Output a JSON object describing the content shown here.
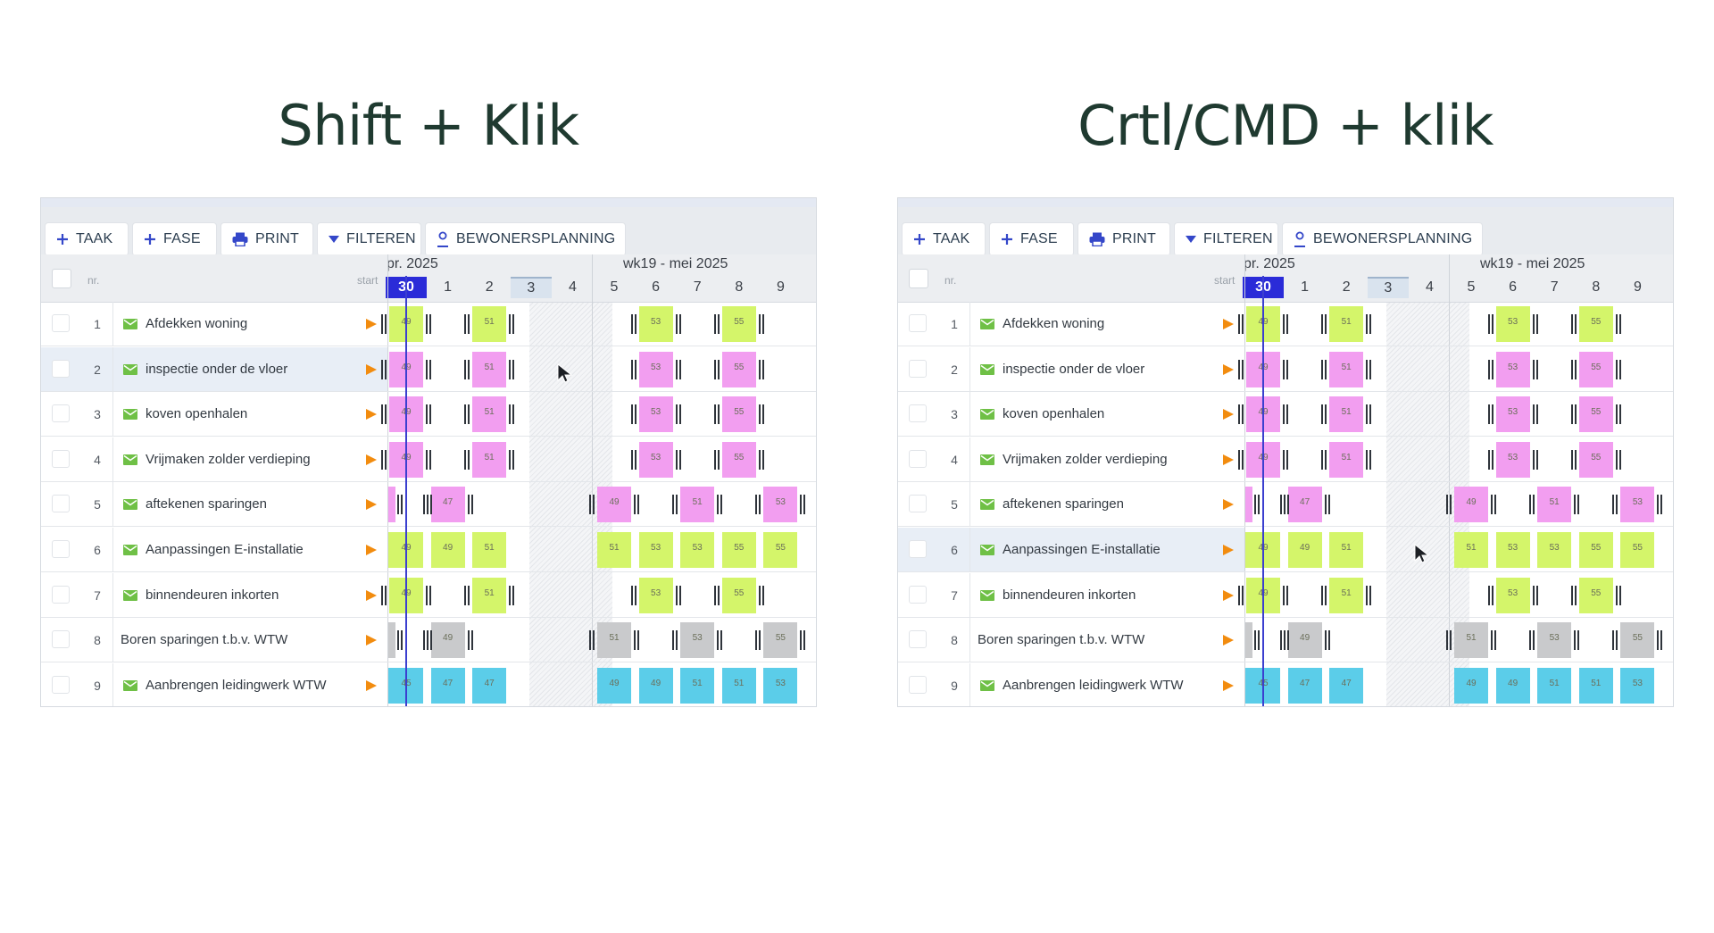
{
  "headings": {
    "left": "Shift + Klik",
    "right": "Crtl/CMD + klik"
  },
  "colors": {
    "green": "#d4f56a",
    "pink": "#f29ef0",
    "gray": "#c9cacc",
    "blue": "#5bcde9",
    "today": "#2a2bd8",
    "play": "#f28c0f",
    "mail": "#6fc046"
  },
  "toolbar": [
    {
      "key": "taak",
      "icon": "plus-icon",
      "label": "TAAK"
    },
    {
      "key": "fase",
      "icon": "plus-icon",
      "label": "FASE"
    },
    {
      "key": "print",
      "icon": "printer-icon",
      "label": "PRINT"
    },
    {
      "key": "filteren",
      "icon": "caret-down-icon",
      "label": "FILTEREN"
    },
    {
      "key": "bewoners",
      "icon": "person-icon",
      "label": "BEWONERSPLANNING"
    }
  ],
  "header": {
    "nr": "nr.",
    "start": "start",
    "month1": "pr. 2025",
    "month2": "wk19 - mei 2025",
    "days": [
      "30",
      "1",
      "2",
      "3",
      "4",
      "5",
      "6",
      "7",
      "8",
      "9"
    ],
    "today_index": 0,
    "weekend_index": 3
  },
  "tasks": [
    {
      "nr": "1",
      "name": "Afdekken woning",
      "icon": true
    },
    {
      "nr": "2",
      "name": "inspectie onder de vloer",
      "icon": true
    },
    {
      "nr": "3",
      "name": "koven openhalen",
      "icon": true
    },
    {
      "nr": "4",
      "name": "Vrijmaken zolder verdieping",
      "icon": true
    },
    {
      "nr": "5",
      "name": "aftekenen sparingen",
      "icon": true
    },
    {
      "nr": "6",
      "name": "Aanpassingen E-installatie",
      "icon": true
    },
    {
      "nr": "7",
      "name": "binnendeuren inkorten",
      "icon": true
    },
    {
      "nr": "8",
      "name": "Boren sparingen t.b.v. WTW",
      "icon": false
    },
    {
      "nr": "9",
      "name": "Aanbrengen leidingwerk WTW",
      "icon": true
    }
  ],
  "bars": [
    {
      "row": 0,
      "day": 0,
      "color": "green",
      "label": "49"
    },
    {
      "row": 0,
      "day": 2,
      "color": "green",
      "label": "51"
    },
    {
      "row": 0,
      "day": 6,
      "color": "green",
      "label": "53"
    },
    {
      "row": 0,
      "day": 8,
      "color": "green",
      "label": "55"
    },
    {
      "row": 1,
      "day": 0,
      "color": "pink",
      "label": "49"
    },
    {
      "row": 1,
      "day": 2,
      "color": "pink",
      "label": "51"
    },
    {
      "row": 1,
      "day": 6,
      "color": "pink",
      "label": "53"
    },
    {
      "row": 1,
      "day": 8,
      "color": "pink",
      "label": "55"
    },
    {
      "row": 2,
      "day": 0,
      "color": "pink",
      "label": "49"
    },
    {
      "row": 2,
      "day": 2,
      "color": "pink",
      "label": "51"
    },
    {
      "row": 2,
      "day": 6,
      "color": "pink",
      "label": "53"
    },
    {
      "row": 2,
      "day": 8,
      "color": "pink",
      "label": "55"
    },
    {
      "row": 3,
      "day": 0,
      "color": "pink",
      "label": "49"
    },
    {
      "row": 3,
      "day": 2,
      "color": "pink",
      "label": "51"
    },
    {
      "row": 3,
      "day": 6,
      "color": "pink",
      "label": "53"
    },
    {
      "row": 3,
      "day": 8,
      "color": "pink",
      "label": "55"
    },
    {
      "row": 4,
      "day": -1,
      "color": "pink",
      "label": ""
    },
    {
      "row": 4,
      "day": 1,
      "color": "pink",
      "label": "47"
    },
    {
      "row": 4,
      "day": 5,
      "color": "pink",
      "label": "49"
    },
    {
      "row": 4,
      "day": 7,
      "color": "pink",
      "label": "51"
    },
    {
      "row": 4,
      "day": 9,
      "color": "pink",
      "label": "53"
    },
    {
      "row": 5,
      "day": -1,
      "color": "green",
      "label": ""
    },
    {
      "row": 5,
      "day": 0,
      "color": "green",
      "label": "49"
    },
    {
      "row": 5,
      "day": 1,
      "color": "green",
      "label": "49"
    },
    {
      "row": 5,
      "day": 2,
      "color": "green",
      "label": "51"
    },
    {
      "row": 5,
      "day": 5,
      "color": "green",
      "label": "51"
    },
    {
      "row": 5,
      "day": 6,
      "color": "green",
      "label": "53"
    },
    {
      "row": 5,
      "day": 7,
      "color": "green",
      "label": "53"
    },
    {
      "row": 5,
      "day": 8,
      "color": "green",
      "label": "55"
    },
    {
      "row": 5,
      "day": 9,
      "color": "green",
      "label": "55"
    },
    {
      "row": 6,
      "day": 0,
      "color": "green",
      "label": "49"
    },
    {
      "row": 6,
      "day": 2,
      "color": "green",
      "label": "51"
    },
    {
      "row": 6,
      "day": 6,
      "color": "green",
      "label": "53"
    },
    {
      "row": 6,
      "day": 8,
      "color": "green",
      "label": "55"
    },
    {
      "row": 7,
      "day": -1,
      "color": "gray",
      "label": ""
    },
    {
      "row": 7,
      "day": 1,
      "color": "gray",
      "label": "49"
    },
    {
      "row": 7,
      "day": 5,
      "color": "gray",
      "label": "51"
    },
    {
      "row": 7,
      "day": 7,
      "color": "gray",
      "label": "53"
    },
    {
      "row": 7,
      "day": 9,
      "color": "gray",
      "label": "55"
    },
    {
      "row": 8,
      "day": -1,
      "color": "blue",
      "label": ""
    },
    {
      "row": 8,
      "day": 0,
      "color": "blue",
      "label": "45"
    },
    {
      "row": 8,
      "day": 1,
      "color": "blue",
      "label": "47"
    },
    {
      "row": 8,
      "day": 2,
      "color": "blue",
      "label": "47"
    },
    {
      "row": 8,
      "day": 5,
      "color": "blue",
      "label": "49"
    },
    {
      "row": 8,
      "day": 6,
      "color": "blue",
      "label": "49"
    },
    {
      "row": 8,
      "day": 7,
      "color": "blue",
      "label": "51"
    },
    {
      "row": 8,
      "day": 8,
      "color": "blue",
      "label": "51"
    },
    {
      "row": 8,
      "day": 9,
      "color": "blue",
      "label": "53"
    }
  ],
  "ticks": [
    {
      "row": 0,
      "day": 0
    },
    {
      "row": 0,
      "day": 2
    },
    {
      "row": 0,
      "day": 6
    },
    {
      "row": 0,
      "day": 8
    },
    {
      "row": 1,
      "day": 0
    },
    {
      "row": 1,
      "day": 2
    },
    {
      "row": 1,
      "day": 6
    },
    {
      "row": 1,
      "day": 8
    },
    {
      "row": 2,
      "day": 0
    },
    {
      "row": 2,
      "day": 2
    },
    {
      "row": 2,
      "day": 6
    },
    {
      "row": 2,
      "day": 8
    },
    {
      "row": 3,
      "day": 0
    },
    {
      "row": 3,
      "day": 2
    },
    {
      "row": 3,
      "day": 6
    },
    {
      "row": 3,
      "day": 8
    },
    {
      "row": 4,
      "day": -1
    },
    {
      "row": 4,
      "day": 1
    },
    {
      "row": 4,
      "day": 5
    },
    {
      "row": 4,
      "day": 7
    },
    {
      "row": 4,
      "day": 9
    },
    {
      "row": 6,
      "day": 0
    },
    {
      "row": 6,
      "day": 2
    },
    {
      "row": 6,
      "day": 6
    },
    {
      "row": 6,
      "day": 8
    },
    {
      "row": 7,
      "day": -1
    },
    {
      "row": 7,
      "day": 1
    },
    {
      "row": 7,
      "day": 5
    },
    {
      "row": 7,
      "day": 7
    },
    {
      "row": 7,
      "day": 9
    }
  ],
  "panels": [
    {
      "id": "left",
      "selected_row": 1
    },
    {
      "id": "right",
      "selected_row": 5
    }
  ]
}
